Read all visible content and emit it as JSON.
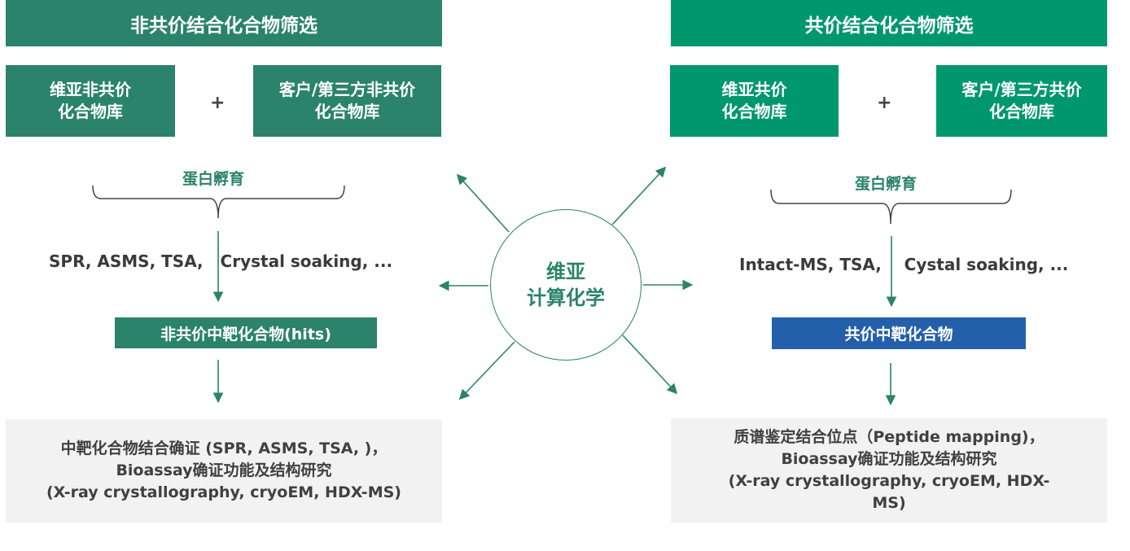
{
  "left": {
    "title": "非共价结合化合物筛选",
    "lib1": [
      "维亚非共价",
      "化合物库"
    ],
    "plus": "+",
    "lib2": [
      "客户/第三方非共价",
      "化合物库"
    ],
    "incubation": "蛋白孵育",
    "methods": "SPR, ASMS, TSA,   Crystal soaking, ...",
    "hits": "非共价中靶化合物(hits)",
    "followup": [
      "中靶化合物结合确证 (SPR, ASMS, TSA, )，",
      "Bioassay确证功能及结构研究",
      "(X-ray crystallography, cryoEM, HDX-MS)"
    ]
  },
  "center": {
    "line1": "维亚",
    "line2": "计算化学"
  },
  "right": {
    "title": "共价结合化合物筛选",
    "lib1": [
      "维亚共价",
      "化合物库"
    ],
    "plus": "+",
    "lib2": [
      "客户/第三方共价",
      "化合物库"
    ],
    "incubation": "蛋白孵育",
    "methods": "Intact-MS, TSA,    Cystal soaking, ...",
    "hits": "共价中靶化合物",
    "followup": [
      "质谱鉴定结合位点（Peptide mapping)，",
      "Bioassay确证功能及结构研究",
      "(X-ray crystallography, cryoEM, HDX-",
      "MS)"
    ]
  },
  "colors": {
    "green_left": "#2a836a",
    "green_right": "#00976f",
    "blue": "#245fac",
    "grey": "#f2f2f2"
  }
}
